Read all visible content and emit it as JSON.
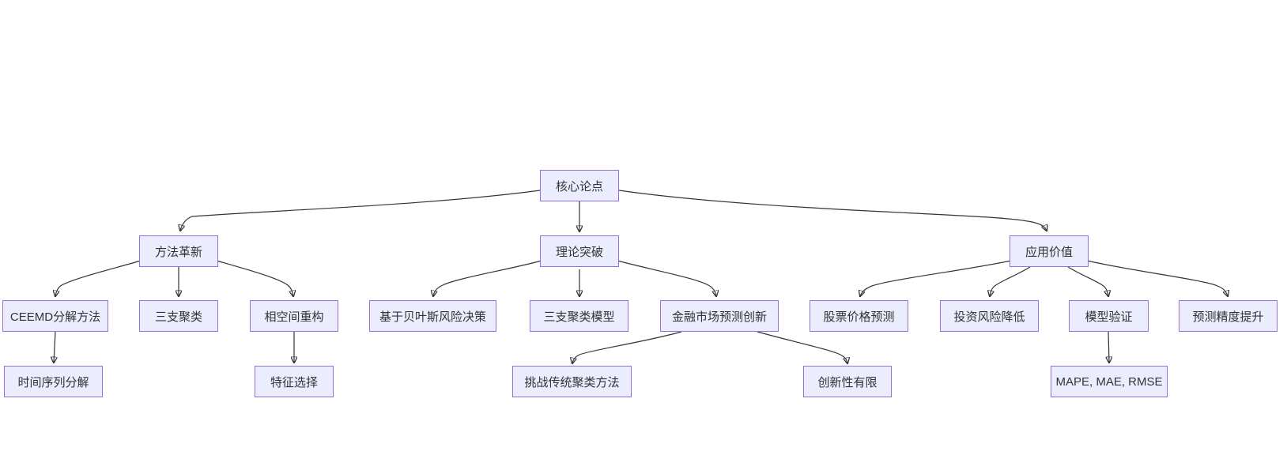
{
  "diagram": {
    "type": "flowchart",
    "direction": "top-down",
    "background_color": "#ffffff",
    "node_fill_color": "#ECECFF",
    "node_border_color": "#9370DB",
    "edge_color": "#333333",
    "text_color": "#333333",
    "nodes": [
      {
        "id": "core-thesis",
        "label": "核心论点",
        "level": 1
      },
      {
        "id": "method-innovation",
        "label": "方法革新",
        "level": 2
      },
      {
        "id": "theoretical-breakthrough",
        "label": "理论突破",
        "level": 2
      },
      {
        "id": "application-value",
        "label": "应用价值",
        "level": 2
      },
      {
        "id": "ceemd-decomposition",
        "label": "CEEMD分解方法",
        "level": 3
      },
      {
        "id": "three-way-clustering",
        "label": "三支聚类",
        "level": 3
      },
      {
        "id": "phase-space-reconstruction",
        "label": "相空间重构",
        "level": 3
      },
      {
        "id": "bayesian-risk-decision",
        "label": "基于贝叶斯风险决策",
        "level": 3
      },
      {
        "id": "three-way-clustering-model",
        "label": "三支聚类模型",
        "level": 3
      },
      {
        "id": "financial-market-prediction-innovation",
        "label": "金融市场预测创新",
        "level": 3
      },
      {
        "id": "stock-price-prediction",
        "label": "股票价格预测",
        "level": 3
      },
      {
        "id": "investment-risk-reduction",
        "label": "投资风险降低",
        "level": 3
      },
      {
        "id": "model-validation",
        "label": "模型验证",
        "level": 3
      },
      {
        "id": "prediction-accuracy-improvement",
        "label": "预测精度提升",
        "level": 3
      },
      {
        "id": "time-series-decomposition",
        "label": "时间序列分解",
        "level": 4
      },
      {
        "id": "feature-selection",
        "label": "特征选择",
        "level": 4
      },
      {
        "id": "challenge-traditional-clustering",
        "label": "挑战传统聚类方法",
        "level": 4
      },
      {
        "id": "limited-novelty",
        "label": "创新性有限",
        "level": 4
      },
      {
        "id": "evaluation-metrics",
        "label": "MAPE, MAE, RMSE",
        "level": 4
      }
    ],
    "edges": [
      {
        "from": "核心论点",
        "to": "方法革新"
      },
      {
        "from": "核心论点",
        "to": "理论突破"
      },
      {
        "from": "核心论点",
        "to": "应用价值"
      },
      {
        "from": "方法革新",
        "to": "CEEMD分解方法"
      },
      {
        "from": "方法革新",
        "to": "三支聚类"
      },
      {
        "from": "方法革新",
        "to": "相空间重构"
      },
      {
        "from": "理论突破",
        "to": "基于贝叶斯风险决策"
      },
      {
        "from": "理论突破",
        "to": "三支聚类模型"
      },
      {
        "from": "理论突破",
        "to": "金融市场预测创新"
      },
      {
        "from": "应用价值",
        "to": "股票价格预测"
      },
      {
        "from": "应用价值",
        "to": "投资风险降低"
      },
      {
        "from": "应用价值",
        "to": "模型验证"
      },
      {
        "from": "应用价值",
        "to": "预测精度提升"
      },
      {
        "from": "CEEMD分解方法",
        "to": "时间序列分解"
      },
      {
        "from": "相空间重构",
        "to": "特征选择"
      },
      {
        "from": "金融市场预测创新",
        "to": "挑战传统聚类方法"
      },
      {
        "from": "金融市场预测创新",
        "to": "创新性有限"
      },
      {
        "from": "模型验证",
        "to": "MAPE, MAE, RMSE"
      }
    ]
  }
}
